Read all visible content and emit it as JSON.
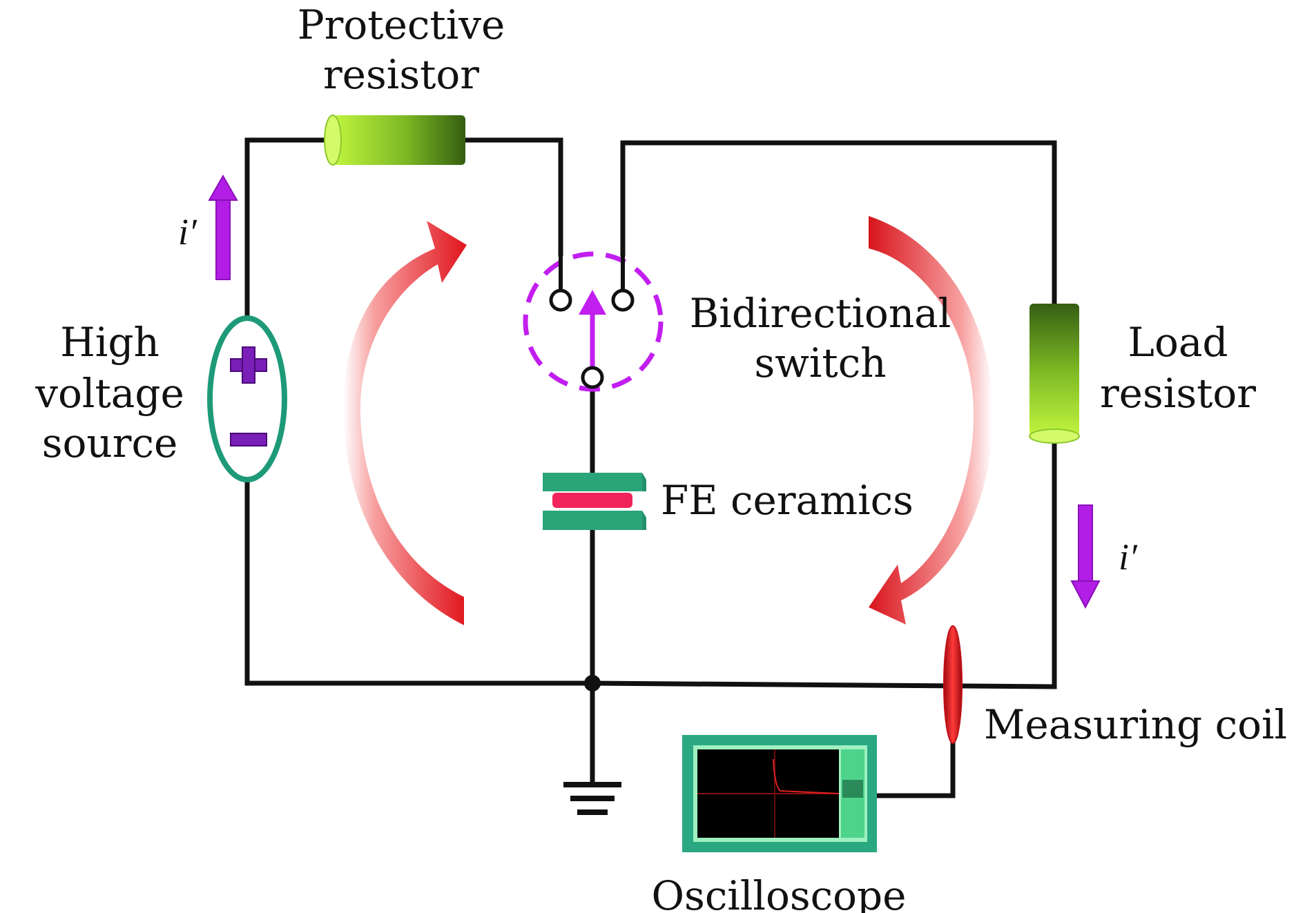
{
  "labels": {
    "protective_resistor": [
      "Protective",
      "resistor"
    ],
    "high_voltage_source": [
      "High",
      "voltage",
      "source"
    ],
    "bidirectional_switch": [
      "Bidirectional",
      "switch"
    ],
    "load_resistor": [
      "Load",
      "resistor"
    ],
    "fe_ceramics": "FE ceramics",
    "measuring_coil": "Measuring coil",
    "oscilloscope": "Oscilloscope",
    "current_left": "i′",
    "current_right": "i′"
  },
  "colors": {
    "wire": "#111111",
    "current_arrow": "#b21ee6",
    "flow_arrow": "#e31b23",
    "resistor_light": "#b6f23a",
    "resistor_dark": "#3d6a14",
    "source_outline": "#1e9a78",
    "ceramic_plate": "#23906a",
    "ceramic_dielectric": "#f0245a",
    "switch_ring": "#c21ef0",
    "oscilloscope_frame": "#2aa882"
  }
}
